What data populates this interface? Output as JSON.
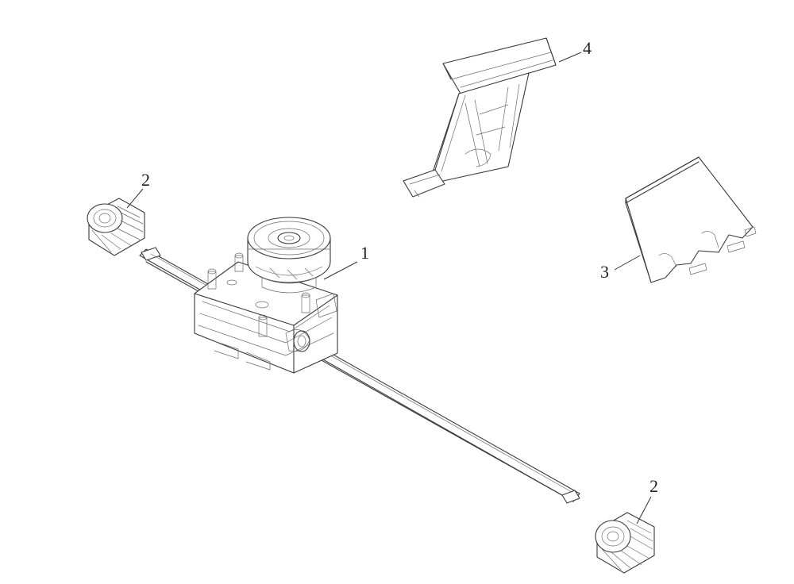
{
  "diagram": {
    "type": "exploded-parts-view",
    "callouts": [
      {
        "id": "c1",
        "label": "1",
        "part": "gearbox-with-axle"
      },
      {
        "id": "c2a",
        "label": "2",
        "part": "drive-pinion"
      },
      {
        "id": "c2b",
        "label": "2",
        "part": "drive-pinion"
      },
      {
        "id": "c3",
        "label": "3",
        "part": "cover-plate"
      },
      {
        "id": "c4",
        "label": "4",
        "part": "bracket"
      }
    ],
    "colors": {
      "line": "#3a3a3a",
      "background": "#ffffff",
      "text": "#222222"
    }
  }
}
